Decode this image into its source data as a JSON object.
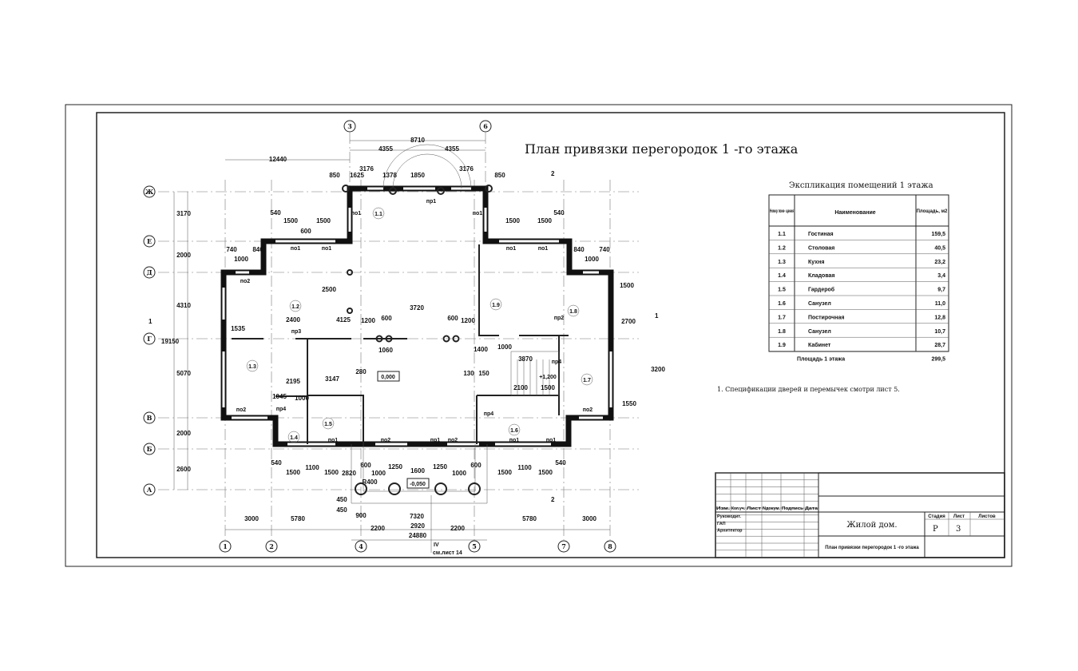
{
  "drawing": {
    "title": "План привязки перегородок 1 -го этажа",
    "note": "1. Спецификации дверей и перемычек смотри лист 5.",
    "axes_letters": [
      "Ж",
      "Е",
      "Д",
      "Г",
      "В",
      "Б",
      "А"
    ],
    "axes_numbers_bottom": [
      "1",
      "2",
      "4",
      "5",
      "7",
      "8"
    ],
    "axes_numbers_top": [
      "3",
      "6"
    ],
    "rooms": [
      "1.1",
      "1.2",
      "1.3",
      "1.4",
      "1.5",
      "1.6",
      "1.7",
      "1.8",
      "1.9"
    ],
    "levels": [
      "0,000",
      "-0,050",
      "+1,200"
    ],
    "dimensions": [
      "8710",
      "4355",
      "4355",
      "12440",
      "3176",
      "3176",
      "1625",
      "1378",
      "1850",
      "850",
      "850",
      "540",
      "1500",
      "1500",
      "600",
      "540",
      "1500",
      "1500",
      "740",
      "840",
      "1000",
      "1000",
      "740",
      "840",
      "2500",
      "3720",
      "4125",
      "2400",
      "1535",
      "1200",
      "600",
      "600",
      "1200",
      "1060",
      "1400",
      "1000",
      "3870",
      "2195",
      "3147",
      "280",
      "1045",
      "1000",
      "2100",
      "1500",
      "130",
      "150",
      "3170",
      "2000",
      "4310",
      "19150",
      "5070",
      "2000",
      "2600",
      "3000",
      "5780",
      "7320",
      "5780",
      "3000",
      "2920",
      "2200",
      "2200",
      "24880",
      "900",
      "600",
      "1000",
      "1250",
      "1600",
      "1250",
      "1000",
      "600",
      "540",
      "1500",
      "1100",
      "1500",
      "540",
      "1500",
      "1100",
      "1500",
      "3200",
      "1550",
      "1500",
      "2700",
      "450",
      "450",
      "2820",
      "R400"
    ],
    "tags": [
      "по1",
      "по1",
      "по1",
      "по1",
      "по1",
      "по1",
      "по2",
      "по2",
      "пр1",
      "пр3",
      "пр4",
      "пр4",
      "по1",
      "по2",
      "пр1",
      "по2",
      "по1",
      "по1",
      "по2",
      "пр4",
      "пр2"
    ],
    "section_refs": [
      "1",
      "1",
      "2",
      "2"
    ],
    "view_ref": "IV",
    "view_ref_note": "см.лист 14"
  },
  "explication": {
    "title": "Экспликация помещений 1 этажа",
    "headers": [
      "Номер поме- щения",
      "Наименование",
      "Площадь, м2"
    ],
    "rows": [
      {
        "num": "1.1",
        "name": "Гостиная",
        "area": "159,5"
      },
      {
        "num": "1.2",
        "name": "Столовая",
        "area": "40,5"
      },
      {
        "num": "1.3",
        "name": "Кухня",
        "area": "23,2"
      },
      {
        "num": "1.4",
        "name": "Кладовая",
        "area": "3,4"
      },
      {
        "num": "1.5",
        "name": "Гардероб",
        "area": "9,7"
      },
      {
        "num": "1.6",
        "name": "Санузел",
        "area": "11,0"
      },
      {
        "num": "1.7",
        "name": "Постирочная",
        "area": "12,8"
      },
      {
        "num": "1.8",
        "name": "Санузел",
        "area": "10,7"
      },
      {
        "num": "1.9",
        "name": "Кабинет",
        "area": "28,7"
      }
    ],
    "total_label": "Площадь 1 этажа",
    "total_area": "299,5"
  },
  "title_block": {
    "col_headers": [
      "Изм.",
      "Кол.уч.",
      "Лист",
      "Nдокум.",
      "Подпись",
      "Дата"
    ],
    "roles": [
      "Руководит.",
      "ГАП",
      "Архитектор"
    ],
    "project": "Жилой дом.",
    "sheet_title": "План привязки перегородок 1 -го этажа",
    "stage_label": "Стадия",
    "sheet_label": "Лист",
    "sheets_label": "Листов",
    "stage": "Р",
    "sheet": "3",
    "sheets": ""
  }
}
